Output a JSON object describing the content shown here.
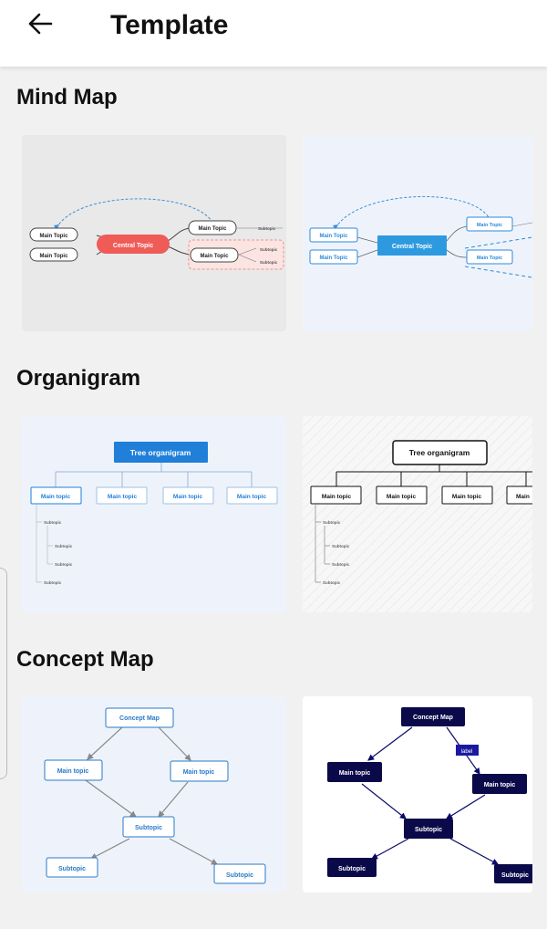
{
  "header": {
    "title": "Template",
    "back_icon": "arrow-left-icon"
  },
  "sections": [
    {
      "title": "Mind Map",
      "cards": [
        {
          "central": "Central Topic",
          "topics": [
            "Main Topic",
            "Main Topic",
            "Main Topic",
            "Main Topic"
          ],
          "subtopics": [
            "Subtopic",
            "Subtopic",
            "Subtopic"
          ],
          "accent": "#ef5b57"
        },
        {
          "central": "Central Topic",
          "topics": [
            "Main Topic",
            "Main Topic",
            "Main Topic",
            "Main Topic"
          ],
          "accent": "#2d8ad9"
        }
      ]
    },
    {
      "title": "Organigram",
      "cards": [
        {
          "root": "Tree organigram",
          "topics": [
            "Main topic",
            "Main topic",
            "Main topic",
            "Main topic"
          ],
          "subtopics": [
            "Subtopic",
            "Subtopic",
            "Subtopic",
            "Subtopic"
          ],
          "accent": "#1f7fd9"
        },
        {
          "root": "Tree organigram",
          "topics": [
            "Main topic",
            "Main topic",
            "Main topic",
            "Main"
          ],
          "subtopics": [
            "Subtopic",
            "Subtopic",
            "Subtopic",
            "Subtopic"
          ],
          "accent": "#111111"
        }
      ]
    },
    {
      "title": "Concept Map",
      "cards": [
        {
          "root": "Concept Map",
          "topics": [
            "Main topic",
            "Main topic"
          ],
          "middle": "Subtopic",
          "leaves": [
            "Subtopic",
            "Subtopic"
          ],
          "accent": "#2a7ac7"
        },
        {
          "root": "Concept Map",
          "label": "label",
          "topics": [
            "Main topic",
            "Main topic"
          ],
          "middle": "Subtopic",
          "leaves": [
            "Subtopic",
            "Subtopic"
          ],
          "accent": "#0a0a4a"
        }
      ]
    }
  ]
}
